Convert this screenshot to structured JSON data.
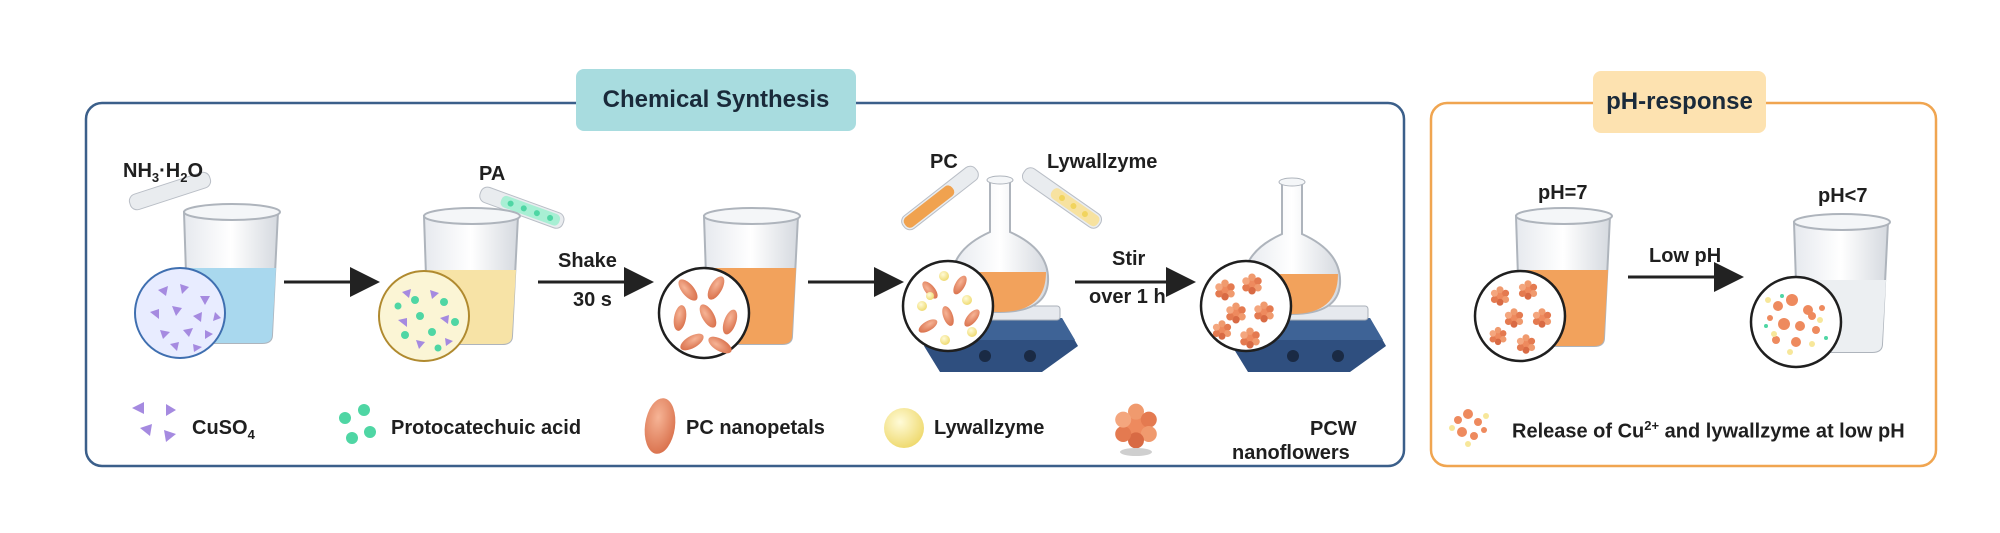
{
  "panels": {
    "synthesis": {
      "title": "Chemical Synthesis",
      "border_color": "#3b5f8a",
      "title_bg": "#a8dcdf"
    },
    "ph_response": {
      "title": "pH-response",
      "border_color": "#f0a550",
      "title_bg": "#fde2b0"
    }
  },
  "reagents": {
    "nh3": {
      "main": "NH",
      "sub1": "3",
      "mid": "·H",
      "sub2": "2",
      "end": "O"
    },
    "pa": "PA",
    "pc": "PC",
    "lywallzyme": "Lywallzyme"
  },
  "steps": {
    "shake": "Shake",
    "shake_time": "30 s",
    "stir": "Stir",
    "stir_time": "over 1 h",
    "low_ph": "Low pH"
  },
  "ph_labels": {
    "neutral": "pH=7",
    "acidic": "pH<7"
  },
  "legend": {
    "cuso4": {
      "main": "CuSO",
      "sub": "4"
    },
    "protocatechuic": "Protocatechuic acid",
    "pc_nanopetals": "PC nanopetals",
    "lywallzyme": "Lywallzyme",
    "pcw_line1": "PCW",
    "pcw_line2": "nanoflowers",
    "release": {
      "before": "Release of Cu",
      "sup": "2+",
      "after": " and lywallzyme at low pH"
    }
  },
  "colors": {
    "water_blue": "#a9d8ee",
    "yellow_solution": "#f7e3a6",
    "orange_solution": "#f2a25c",
    "cuso4_purple": "#a58ae0",
    "pa_green": "#4fd6a4",
    "petal_orange": "#e58a66",
    "lywallzyme_yellow": "#f7e79a",
    "flower_orange": "#ee8a5e",
    "stirrer_blue": "#2f4f7f"
  }
}
